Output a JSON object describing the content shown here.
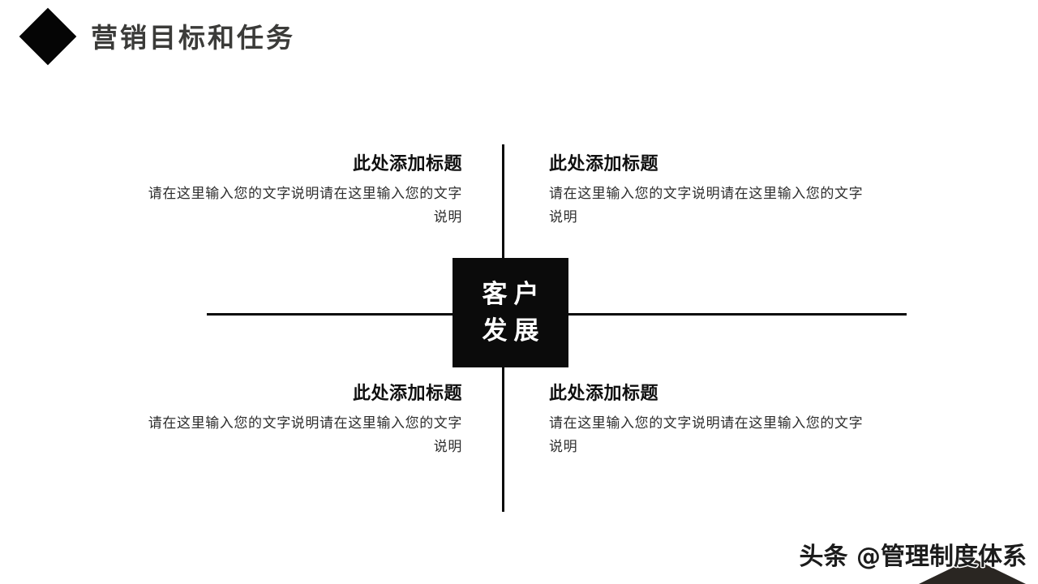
{
  "header": {
    "title": "营销目标和任务",
    "diamond_icon": "diamond-icon",
    "title_color": "#3b3b39",
    "diamond_color": "#050505"
  },
  "center": {
    "line1": "客户",
    "line2": "发展",
    "background_color": "#0b0b0b",
    "text_color": "#ffffff"
  },
  "quadrants": [
    {
      "position": "top-left",
      "heading": "此处添加标题",
      "body": "请在这里输入您的文字说明请在这里输入您的文字说明",
      "align": "right"
    },
    {
      "position": "top-right",
      "heading": "此处添加标题",
      "body": "请在这里输入您的文字说明请在这里输入您的文字说明",
      "align": "left"
    },
    {
      "position": "bottom-left",
      "heading": "此处添加标题",
      "body": "请在这里输入您的文字说明请在这里输入您的文字说明",
      "align": "right"
    },
    {
      "position": "bottom-right",
      "heading": "此处添加标题",
      "body": "请在这里输入您的文字说明请在这里输入您的文字说明",
      "align": "left"
    }
  ],
  "footer": {
    "watermark": "头条 @管理制度体系",
    "triangle_color": "#2a2622"
  },
  "axis": {
    "line_color": "#0a0a0a"
  }
}
